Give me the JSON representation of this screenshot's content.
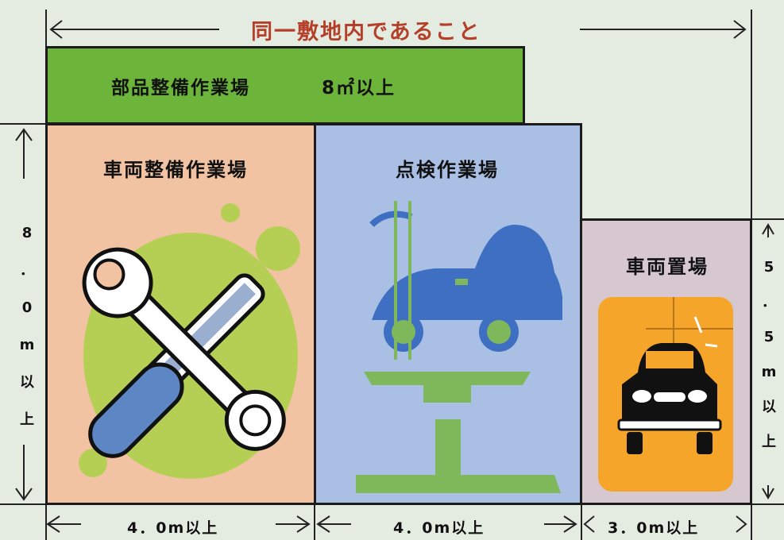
{
  "header": {
    "text": "同一敷地内であること",
    "color": "#b5402a"
  },
  "parts_area": {
    "label": "部品整備作業場",
    "size": "8㎡以上",
    "color": "#6cb43a"
  },
  "zones": [
    {
      "label": "車両整備作業場",
      "color": "#f2c3a3"
    },
    {
      "label": "点検作業場",
      "color": "#a9bfe3"
    },
    {
      "label": "車両置場",
      "color": "#d7c8d0"
    }
  ],
  "left_height": {
    "chars": [
      "8",
      "．",
      "0",
      "m",
      "以",
      "上"
    ]
  },
  "right_height": {
    "chars": [
      "5",
      "．",
      "5",
      "m",
      "以",
      "上"
    ]
  },
  "bottom_widths": [
    "4．0m以上",
    "4．0m以上",
    "3．0m以上"
  ],
  "icons": [
    "wrench-screwdriver-icon",
    "car-lift-icon",
    "car-parking-icon"
  ]
}
